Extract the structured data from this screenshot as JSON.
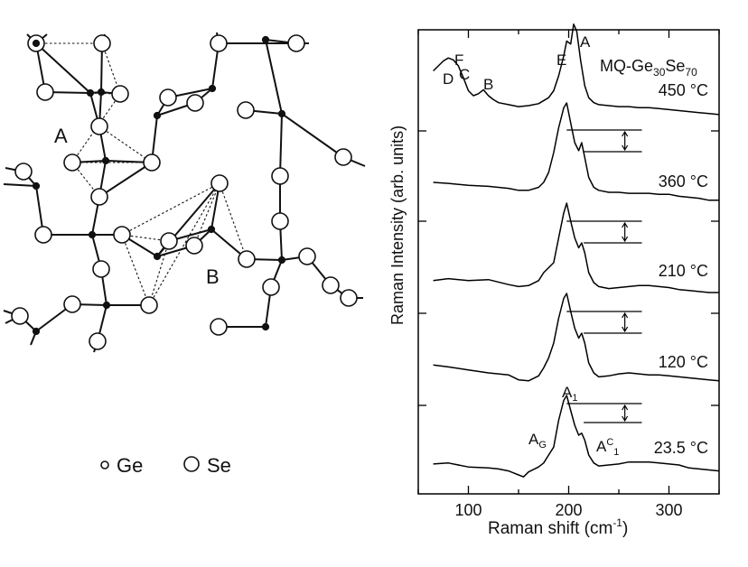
{
  "structure": {
    "site_labels": [
      "A",
      "B"
    ],
    "legend": [
      {
        "symbol": "small-dot",
        "label": "Ge"
      },
      {
        "symbol": "open-circle",
        "label": "Se"
      }
    ]
  },
  "chart_data": {
    "type": "line",
    "xlabel": "Raman shift  (cm",
    "xlabel_sup": "-1",
    "xlabel_close": ")",
    "ylabel": "Raman Intensity  (arb. units)",
    "xlim": [
      50,
      350
    ],
    "xticks": [
      100,
      200,
      300
    ],
    "sample_label": {
      "base": "MQ-Ge",
      "sub1": "30",
      "mid": "Se",
      "sub2": "70"
    },
    "series": [
      {
        "name": "450 °C",
        "x": [
          65,
          70,
          75,
          80,
          85,
          90,
          95,
          100,
          105,
          110,
          115,
          120,
          125,
          130,
          140,
          150,
          160,
          170,
          180,
          185,
          190,
          195,
          198,
          202,
          205,
          208,
          212,
          216,
          220,
          225,
          230,
          240,
          250,
          260,
          270,
          280,
          290,
          300,
          310,
          320,
          330,
          340,
          350
        ],
        "y": [
          0.45,
          0.5,
          0.55,
          0.58,
          0.56,
          0.5,
          0.38,
          0.25,
          0.2,
          0.22,
          0.26,
          0.2,
          0.16,
          0.13,
          0.11,
          0.09,
          0.1,
          0.12,
          0.18,
          0.25,
          0.4,
          0.6,
          0.75,
          0.72,
          0.92,
          0.85,
          0.55,
          0.3,
          0.18,
          0.13,
          0.11,
          0.1,
          0.09,
          0.09,
          0.08,
          0.08,
          0.07,
          0.06,
          0.05,
          0.04,
          0.03,
          0.02,
          0.01
        ]
      },
      {
        "name": "360 °C",
        "x": [
          65,
          80,
          100,
          120,
          140,
          150,
          160,
          170,
          175,
          180,
          185,
          190,
          195,
          198,
          202,
          206,
          210,
          213,
          216,
          220,
          225,
          230,
          240,
          250,
          260,
          270,
          280,
          290,
          300,
          310,
          320,
          330,
          340,
          350
        ],
        "y": [
          0.2,
          0.19,
          0.17,
          0.16,
          0.14,
          0.12,
          0.12,
          0.15,
          0.2,
          0.3,
          0.5,
          0.75,
          0.95,
          1.0,
          0.8,
          0.6,
          0.52,
          0.6,
          0.45,
          0.25,
          0.15,
          0.12,
          0.1,
          0.1,
          0.09,
          0.09,
          0.09,
          0.08,
          0.08,
          0.06,
          0.05,
          0.04,
          0.02,
          0.02
        ]
      },
      {
        "name": "210 °C",
        "x": [
          65,
          80,
          100,
          120,
          140,
          150,
          160,
          170,
          175,
          180,
          185,
          190,
          195,
          198,
          202,
          206,
          210,
          213,
          216,
          220,
          225,
          230,
          240,
          250,
          260,
          270,
          280,
          290,
          300,
          310,
          320,
          330,
          340,
          350
        ],
        "y": [
          0.12,
          0.14,
          0.12,
          0.13,
          0.08,
          0.06,
          0.07,
          0.12,
          0.2,
          0.25,
          0.3,
          0.55,
          0.8,
          0.9,
          0.72,
          0.55,
          0.45,
          0.5,
          0.4,
          0.2,
          0.1,
          0.06,
          0.04,
          0.05,
          0.06,
          0.07,
          0.07,
          0.06,
          0.05,
          0.03,
          0.02,
          0.01,
          0.0,
          0.0
        ]
      },
      {
        "name": "120 °C",
        "x": [
          65,
          80,
          100,
          120,
          140,
          150,
          160,
          170,
          175,
          180,
          185,
          190,
          195,
          198,
          202,
          206,
          210,
          213,
          216,
          220,
          225,
          230,
          240,
          250,
          260,
          270,
          280,
          290,
          300,
          310,
          320,
          330,
          340,
          350
        ],
        "y": [
          0.18,
          0.16,
          0.13,
          0.1,
          0.08,
          0.03,
          0.02,
          0.07,
          0.15,
          0.25,
          0.4,
          0.65,
          0.85,
          0.9,
          0.72,
          0.55,
          0.45,
          0.5,
          0.4,
          0.2,
          0.1,
          0.06,
          0.07,
          0.09,
          0.1,
          0.09,
          0.08,
          0.08,
          0.07,
          0.06,
          0.05,
          0.04,
          0.03,
          0.02
        ]
      },
      {
        "name": "23.5 °C",
        "x": [
          65,
          80,
          100,
          120,
          130,
          140,
          145,
          150,
          155,
          160,
          170,
          175,
          180,
          185,
          190,
          195,
          198,
          202,
          206,
          210,
          213,
          216,
          220,
          225,
          230,
          240,
          250,
          260,
          270,
          280,
          290,
          300,
          310,
          320,
          330,
          340,
          350
        ],
        "y": [
          0.11,
          0.12,
          0.08,
          0.07,
          0.06,
          0.04,
          0.02,
          0.0,
          -0.02,
          0.03,
          0.08,
          0.12,
          0.2,
          0.28,
          0.55,
          0.75,
          0.8,
          0.65,
          0.5,
          0.4,
          0.42,
          0.35,
          0.2,
          0.12,
          0.09,
          0.1,
          0.11,
          0.13,
          0.13,
          0.13,
          0.12,
          0.11,
          0.1,
          0.07,
          0.06,
          0.05,
          0.04
        ]
      }
    ],
    "peak_labels": {
      "top": [
        "D",
        "F",
        "C",
        "B",
        "E",
        "A"
      ],
      "bottom": {
        "A1": "A",
        "A1_sub": "1",
        "AG": "A",
        "AG_sub": "G",
        "AC1": "A",
        "AC1_sup": "C",
        "AC1_sub": "1"
      }
    }
  }
}
